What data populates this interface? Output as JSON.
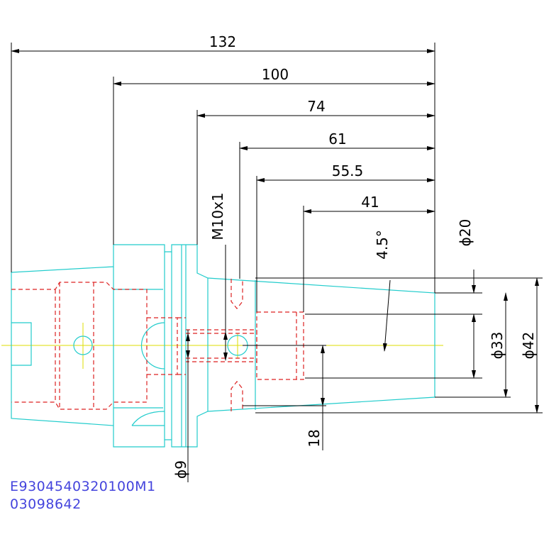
{
  "dimensions": {
    "d132": "132",
    "d100": "100",
    "d74": "74",
    "d61": "61",
    "d55_5": "55.5",
    "d41": "41",
    "thread": "M10x1",
    "angle": "4.5°",
    "dia20": "ϕ20",
    "dia33": "ϕ33",
    "dia42": "ϕ42",
    "dia9": "ϕ9",
    "d18": "18"
  },
  "part_codes": {
    "line1": "E9304540320100M1",
    "line2": "03098642"
  },
  "colors": {
    "outline": "#22cccc",
    "hidden": "#dd2222",
    "centerline": "#dddd00",
    "dimension": "#000000",
    "code_text": "#4444dd"
  }
}
